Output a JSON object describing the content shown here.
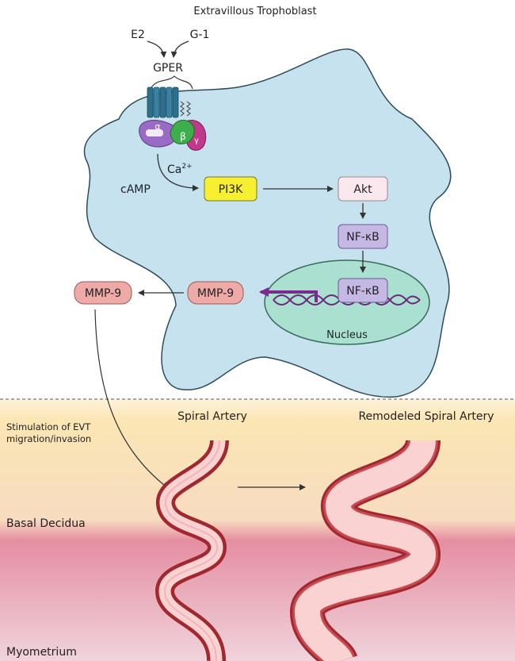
{
  "title": "Extravillous Trophoblast",
  "ligands": {
    "e2": "E2",
    "g1": "G-1"
  },
  "receptor": "GPER",
  "g_protein": {
    "alpha": "α",
    "beta": "β",
    "gamma": "γ"
  },
  "messengers": {
    "calcium": "Ca",
    "calcium_charge": "2+",
    "camp": "cAMP"
  },
  "nodes": {
    "pi3k": "PI3K",
    "akt": "Akt",
    "nfkb_cytoplasm": "NF-κB",
    "nfkb_nucleus": "NF-κB",
    "mmp9_inner": "MMP-9",
    "mmp9_outer": "MMP-9"
  },
  "nucleus_label": "Nucleus",
  "stimulation_note": [
    "Stimulation of EVT",
    "migration/invasion"
  ],
  "artery_labels": {
    "spiral": "Spiral Artery",
    "remodeled": "Remodeled Spiral Artery"
  },
  "layers": {
    "basal_decidua": "Basal Decidua",
    "myometrium": "Myometrium"
  },
  "colors": {
    "cell_fill": "#c5e2ee",
    "nucleus_fill": "#a9e0d0",
    "pi3k_fill": "#f7f030",
    "akt_fill": "#fbe8ee",
    "nfkb_fill": "#c6b8e4",
    "mmp9_fill": "#eeaaa6",
    "decidua": "#fbe6b4",
    "myometrium": "#e0859a",
    "artery_wall": "#a0282e",
    "artery_lumen": "#fbd2d2",
    "transcription_arrow": "#7a2c8c"
  }
}
